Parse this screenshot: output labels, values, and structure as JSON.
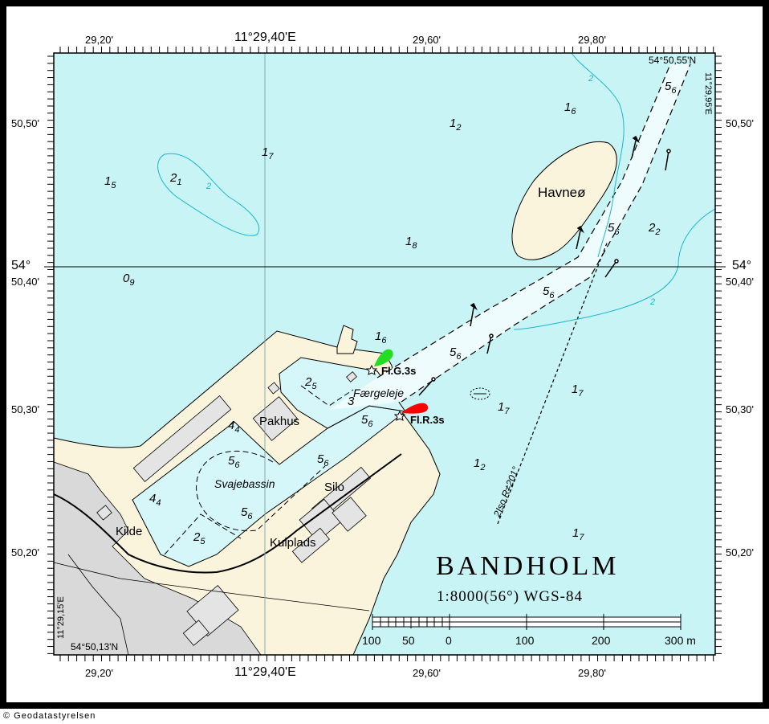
{
  "chart": {
    "title": "BANDHOLM",
    "scale": "1:8000(56°) WGS-84",
    "copyright": "© Geodatastyrelsen"
  },
  "grid": {
    "top_labels": [
      "29,20'",
      "11°29,40'E",
      "29,60'",
      "29,80'"
    ],
    "bottom_labels": [
      "29,20'",
      "11°29,40'E",
      "29,60'",
      "29,80'"
    ],
    "left_labels": [
      "50,50'",
      "54°",
      "50,40'",
      "50,30'",
      "50,20'"
    ],
    "right_labels": [
      "50,50'",
      "54°",
      "50,40'",
      "50,30'",
      "50,20'"
    ],
    "corner_top_right": "54°50,55'N",
    "corner_right_vertical": "11°29,95'E",
    "corner_bottom_left": "54°50,13'N",
    "corner_left_vertical": "11°29,15'E"
  },
  "places": {
    "island": "Havneø",
    "pakhus": "Pakhus",
    "faergeleje": "Færgeleje",
    "svajebassin": "Svajebassin",
    "silo": "Silo",
    "kilde": "Kilde",
    "kulplads": "Kulplads"
  },
  "lights": {
    "green": "Fl.G.3s",
    "red": "Fl.R.3s",
    "leading_line": "2Iso.R≠201°"
  },
  "depths": [
    {
      "main": "1",
      "sub": "6"
    },
    {
      "main": "1",
      "sub": "2"
    },
    {
      "main": "1",
      "sub": "7"
    },
    {
      "main": "1",
      "sub": "5"
    },
    {
      "main": "2",
      "sub": "1"
    },
    {
      "main": "1",
      "sub": "8"
    },
    {
      "main": "0",
      "sub": "9"
    },
    {
      "main": "5",
      "sub": "6"
    },
    {
      "main": "5",
      "sub": "6"
    },
    {
      "main": "2",
      "sub": "2"
    },
    {
      "main": "5",
      "sub": "6"
    },
    {
      "main": "1",
      "sub": "6"
    },
    {
      "main": "5",
      "sub": "6"
    },
    {
      "main": "2",
      "sub": "5"
    },
    {
      "main": "3",
      "sub": ""
    },
    {
      "main": "1",
      "sub": "7"
    },
    {
      "main": "1",
      "sub": "7"
    },
    {
      "main": "5",
      "sub": "6"
    },
    {
      "main": "4",
      "sub": "4"
    },
    {
      "main": "5",
      "sub": "6"
    },
    {
      "main": "5",
      "sub": "6"
    },
    {
      "main": "1",
      "sub": "2"
    },
    {
      "main": "4",
      "sub": "4"
    },
    {
      "main": "5",
      "sub": "6"
    },
    {
      "main": "2",
      "sub": "5"
    },
    {
      "main": "1",
      "sub": "7"
    }
  ],
  "contour_label": "2",
  "scalebar": {
    "labels": [
      "100",
      "50",
      "0",
      "100",
      "200",
      "300 m"
    ]
  },
  "colors": {
    "water": "#c8f4f6",
    "land": "#fbf4dc",
    "channel": "#eefcfd",
    "buildings": "#e4e4e4",
    "contour": "#1bb6cc",
    "red_light": "#ff0000",
    "green_light": "#22dd22"
  }
}
